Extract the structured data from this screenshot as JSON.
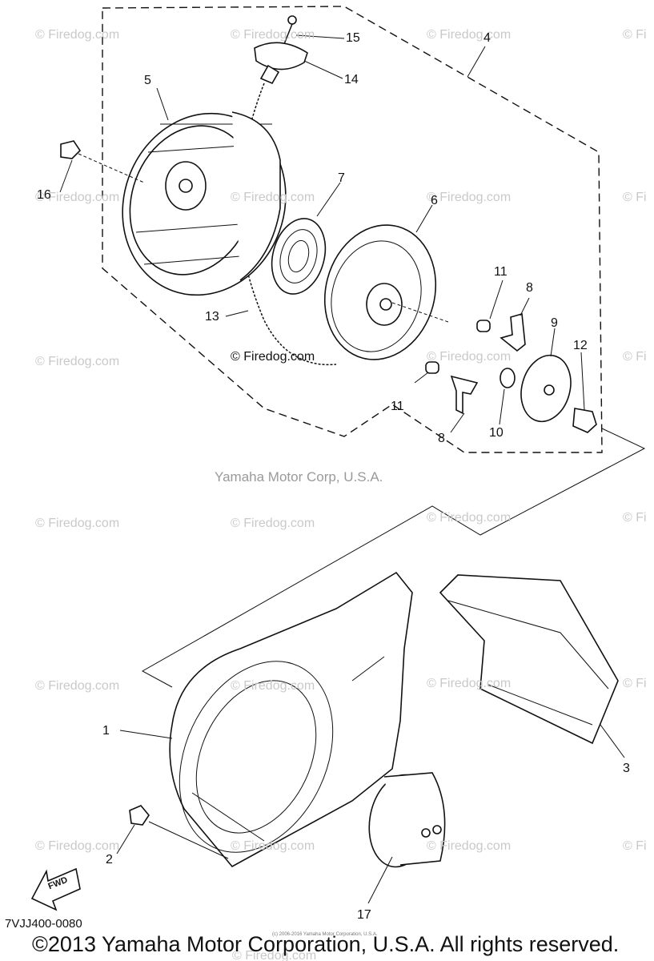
{
  "watermarks": [
    "© Firedog.com",
    "© Firedog.com",
    "© Firedog.com",
    "© Fi",
    "© Firedog.com",
    "© Firedog.com",
    "© Firedog.com",
    "© Fi",
    "© Firedog.com",
    "© Firedog.com",
    "© Firedog.com",
    "© Fi",
    "© Firedog.com",
    "© Firedog.com",
    "© Firedog.com",
    "© Fi",
    "© Firedog.com",
    "© Firedog.com",
    "© Firedog.com",
    "© Fi",
    "© Firedog.com",
    "© Firedog.com",
    "© Firedog.com",
    "© Fi",
    "© Firedog.com"
  ],
  "callouts": [
    "15",
    "14",
    "4",
    "5",
    "16",
    "7",
    "6",
    "11",
    "8",
    "9",
    "12",
    "13",
    "11",
    "8",
    "10",
    "1",
    "3",
    "2",
    "17"
  ],
  "caption": "Yamaha Motor Corp, U.S.A.",
  "fwd_label": "FWD",
  "diagram_code": "7VJJ400-0080",
  "tiny_notice": "(c) 2006-2016 Yamaha Motor Corporation, U.S.A.",
  "copyright": "©2013 Yamaha Motor Corporation, U.S.A. All rights reserved."
}
